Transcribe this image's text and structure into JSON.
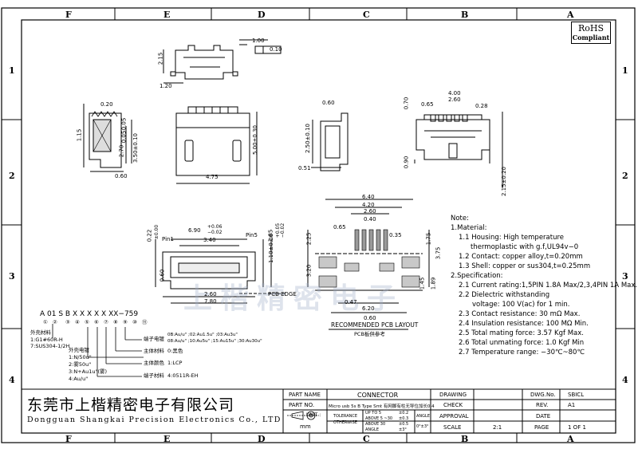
{
  "rohs": {
    "line1": "RoHS",
    "line2": "Compliant"
  },
  "zones": {
    "columns": [
      "F",
      "E",
      "D",
      "C",
      "B",
      "A"
    ],
    "rows": [
      "1",
      "2",
      "3",
      "4"
    ]
  },
  "dims": {
    "d_1_00": "1.00",
    "d_0_10": "0.10",
    "d_2_15": "2.15",
    "d_1_20": "1.20",
    "d_0_20": "0.20",
    "d_1_15": "1.15",
    "d_0_05a": "0.05",
    "d_0_05b": "0.05",
    "d_2_70": "2.70",
    "d_3_50": "3.50±0.10",
    "d_0_60a": "0.60",
    "d_5_00": "5.00±0.30",
    "d_4_75": "4.75",
    "d_0_60b": "0.60",
    "d_2_50": "2.50±0.10",
    "d_0_51": "0.51",
    "d_4_00": "4.00",
    "d_0_70": "0.70",
    "d_0_65a": "0.65",
    "d_2_60a": "2.60",
    "d_0_28": "0.28",
    "d_0_90": "0.90",
    "d_2_15b": "2.15±0.20",
    "d_6_90": "6.90",
    "d_6_90_tol_p": "+0.06",
    "d_6_90_tol_m": "−0.02",
    "d_3_40": "3.40",
    "d_0_22": "0.22",
    "d_0_22_tol": "±0.00",
    "d_0_60c": "0.60",
    "d_pin1": "Pin1",
    "d_pin5": "Pin5",
    "d_1_10": "1.10±0.06",
    "d_1_85": "1.85",
    "d_1_85_tol_p": "+0.05",
    "d_1_85_tol_m": "−0.02",
    "d_2_60b": "2.60",
    "d_7_80": "7.80",
    "d_pcb_edge": "PCB EDGE",
    "d_6_40": "6.40",
    "d_4_20": "4.20",
    "d_2_60c": "2.60",
    "d_0_40": "0.40",
    "d_0_65b": "0.65",
    "d_0_35": "0.35",
    "d_2_25": "2.25",
    "d_1_75": "1.75",
    "d_3_75": "3.75",
    "d_3_20": "3.20",
    "d_1_45": "1.45",
    "d_1_89": "1.89",
    "d_0_47": "0.47",
    "d_6_20": "6.20",
    "d_0_60d": "0.60"
  },
  "pcb_layout": {
    "title": "RECOMMENDED PCB LAYOUT",
    "subtitle": "PCB板供参考"
  },
  "notes": {
    "heading": "Note:",
    "lines": [
      "1.Material:",
      "1.1  Housing:  High  temperature",
      "thermoplastic  with  g.f,UL94v−0",
      "1.2  Contact:  copper  alloy,t=0.20mm",
      "1.3  Shell:  copper  or  sus304,t=0.25mm",
      "2.Specification:",
      "2.1  Current  rating:1,5PIN  1.8A  Max/2,3,4PIN  1A  Max.",
      "2.2  Dielectric  withstanding",
      "voltage:  100  V(ac)  for  1  min.",
      "2.3  Contact  resistance:  30  mΩ  Max.",
      "2.4  Insulation  resistance:  100  MΩ  Min.",
      "2.5  Total  mating  force:  3.57  Kgf  Max.",
      "2.6  Total  unmating  force:  1.0  Kgf  Min",
      "2.7  Temperature  range:  −30℃~80℃"
    ]
  },
  "part_code": {
    "code": "A  01  S  B  X  X  X  X  X    XX−759",
    "circles": [
      "①",
      "②",
      "③",
      "④",
      "⑤",
      "⑥",
      "⑦",
      "⑧",
      "⑨",
      "⑩",
      "⑪"
    ],
    "labels": [
      "外壳材料",
      "1:G1#60R-H",
      "7:SUS304-1/2H",
      "外壳电镀",
      "1:N/50u\"",
      "2:雾50u\"",
      "3:N+Au1u\"(雾)",
      "4:Au/u\"",
      "端子电镀",
      "0B:Au/u\" ;02:Au1.5u\" ;03:Au3u\"",
      "08:Au/u\" ;10:Au5u\" ;15:Au15u\" ;30:Au30u\"",
      "主体材料",
      "0:黑色",
      "主体颜色",
      "1:LCP",
      "端子材料",
      "4:0511R-EH"
    ]
  },
  "company": {
    "cn": "东莞市上楷精密电子有限公司",
    "en": "Dongguan Shangkai Precision Electronics Co., LTD"
  },
  "watermark": "上楷精密电子",
  "title_block": {
    "part_name_label": "PART NAME",
    "part_name_value": "CONNECTOR",
    "part_no_label": "PART NO.",
    "part_no_value": "Micro usb 5s B Type Smt 有网脚有柱无导位加长0.4",
    "unit_label": "UNIT :",
    "unit_value": "mm",
    "tolerance_label": "TOLERANCE",
    "otherwise_label": "OTHERWISE",
    "tol_rows": [
      {
        "range": "UP TO 5",
        "val": "±0.2"
      },
      {
        "range": "ABOVE 5 ~30",
        "val": "±0.3"
      },
      {
        "range": "ABOVE 30",
        "val": "±0.5"
      },
      {
        "range": "ANGLE",
        "val": "±3°"
      }
    ],
    "angle_label": "ANGLE",
    "angle_value": "0°±3°",
    "drawing_label": "DRAWING",
    "check_label": "CHECK",
    "approval_label": "APPROVAL",
    "scale_label": "SCALE",
    "scale_value": "2:1",
    "dwg_no_label": "DWG.No.",
    "dwg_no_value": "SBICL",
    "rev_label": "REV.",
    "rev_value": "A1",
    "date_label": "DATE",
    "page_label": "PAGE",
    "page_value": "1  OF  1"
  }
}
